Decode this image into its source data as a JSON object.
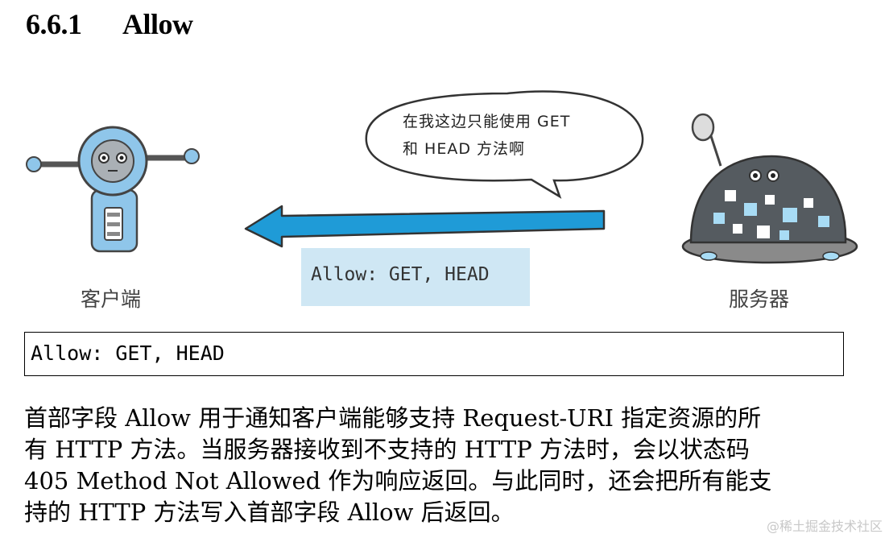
{
  "heading": {
    "number": "6.6.1",
    "title": "Allow"
  },
  "illustration": {
    "speech_bubble": {
      "line1": "在我这边只能使用 GET",
      "line2": "和 HEAD 方法啊"
    },
    "header_label": "Allow: GET, HEAD",
    "client_label": "客户端",
    "server_label": "服务器",
    "colors": {
      "arrow": "#1f9bd7",
      "label_box": "#cfe7f4",
      "robot": "#8fc6ea"
    }
  },
  "code_block": "Allow: GET, HEAD",
  "paragraph": {
    "lines": [
      "首部字段 Allow 用于通知客户端能够支持 Request-URI 指定资源的所",
      "有 HTTP 方法。当服务器接收到不支持的 HTTP 方法时，会以状态码",
      "405 Method Not Allowed 作为响应返回。与此同时，还会把所有能支",
      "持的 HTTP 方法写入首部字段 Allow 后返回。"
    ]
  },
  "watermark": "@稀土掘金技术社区"
}
